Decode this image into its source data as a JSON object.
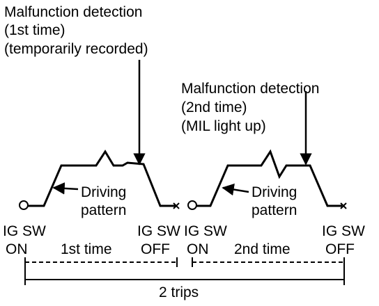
{
  "colors": {
    "ink": "#000000",
    "background": "#ffffff"
  },
  "annotations": {
    "first_detection": {
      "line1": "Malfunction detection",
      "line2": "(1st time)",
      "line3": "(temporarily recorded)"
    },
    "second_detection": {
      "line1": "Malfunction detection",
      "line2": "(2nd time)",
      "line3": "(MIL light up)"
    }
  },
  "trips": [
    {
      "pattern_line1": "Driving",
      "pattern_line2": "pattern",
      "start_line1": "IG SW",
      "start_line2": "ON",
      "end_line1": "IG SW",
      "end_line2": "OFF",
      "label": "1st time"
    },
    {
      "pattern_line1": "Driving",
      "pattern_line2": "pattern",
      "start_line1": "IG SW",
      "start_line2": "ON",
      "end_line1": "IG SW",
      "end_line2": "OFF",
      "label": "2nd time"
    }
  ],
  "total": {
    "label": "2 trips"
  }
}
